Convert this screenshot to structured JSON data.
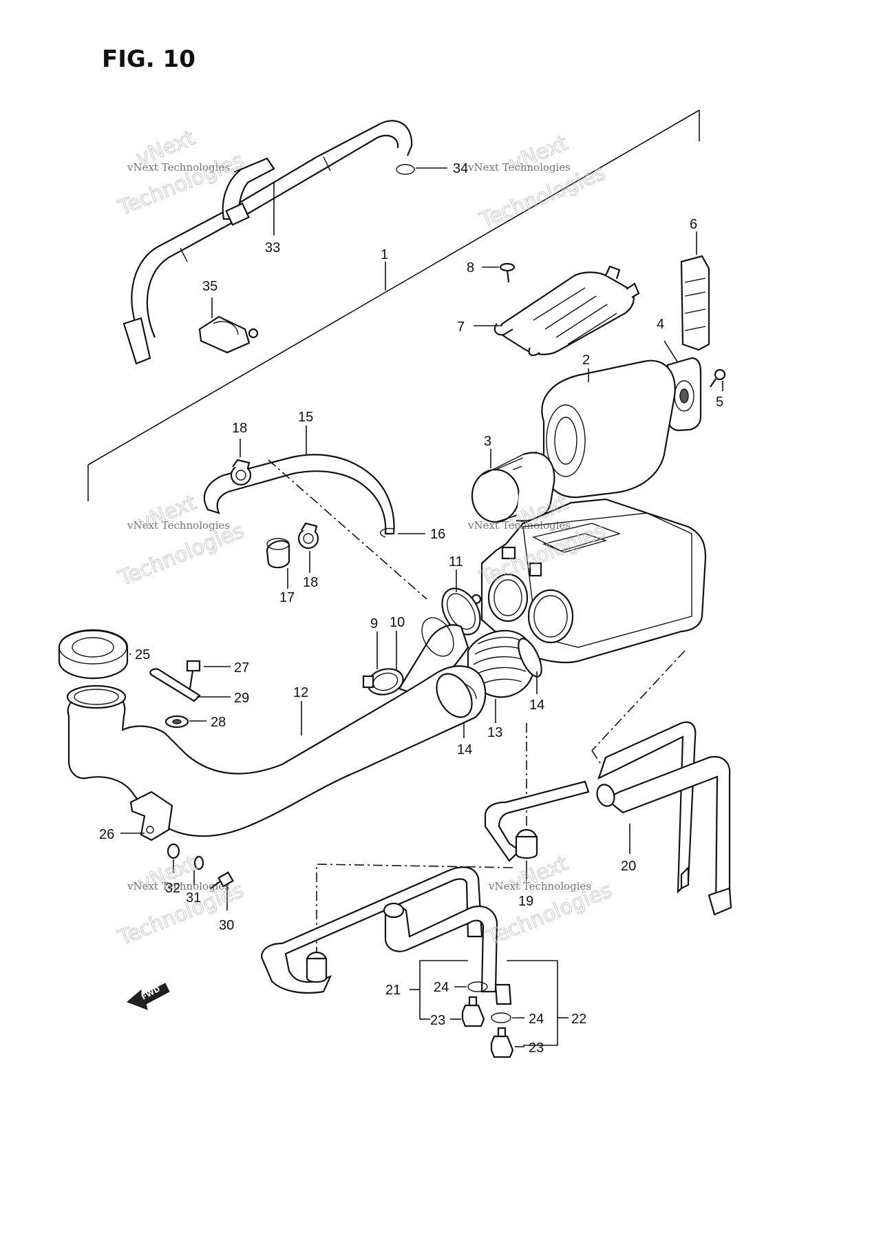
{
  "figure": {
    "title": "FIG. 10",
    "fwd_label": "FWD"
  },
  "watermark": {
    "line1": "vNext Technologies",
    "line2": "Technologies",
    "line3": "vNext"
  },
  "callouts": {
    "c1": "1",
    "c2": "2",
    "c3": "3",
    "c4": "4",
    "c5": "5",
    "c6": "6",
    "c7": "7",
    "c8": "8",
    "c9": "9",
    "c10": "10",
    "c11": "11",
    "c12": "12",
    "c13": "13",
    "c14a": "14",
    "c14b": "14",
    "c15": "15",
    "c16": "16",
    "c17": "17",
    "c18a": "18",
    "c18b": "18",
    "c19": "19",
    "c20": "20",
    "c21": "21",
    "c22": "22",
    "c23a": "23",
    "c23b": "23",
    "c24a": "24",
    "c24b": "24",
    "c25": "25",
    "c26": "26",
    "c27": "27",
    "c28": "28",
    "c29": "29",
    "c30": "30",
    "c31": "31",
    "c32": "32",
    "c33": "33",
    "c34": "34",
    "c35": "35"
  }
}
